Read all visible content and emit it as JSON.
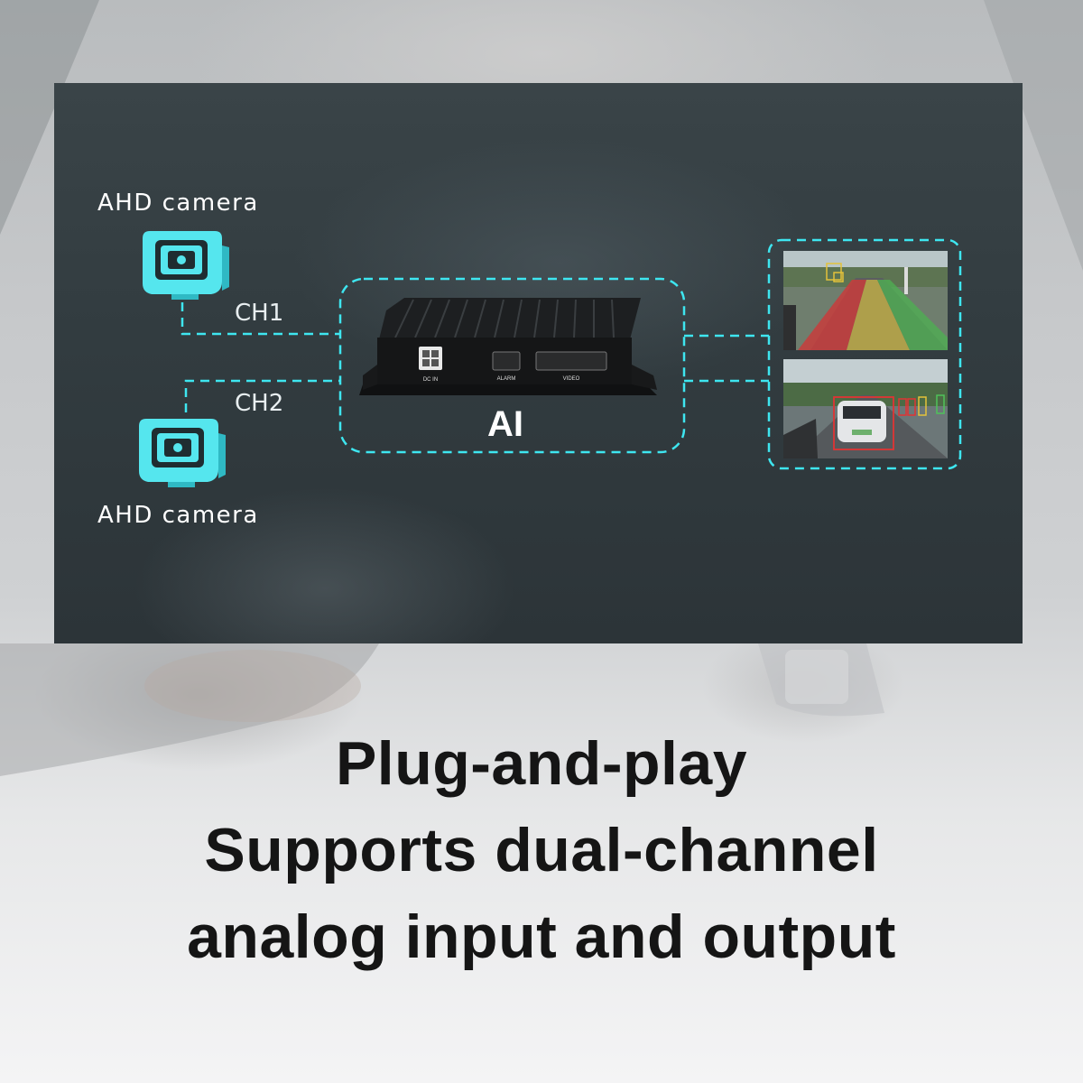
{
  "diagram": {
    "camera_top_label": "AHD camera",
    "camera_bottom_label": "AHD camera",
    "channel_1": "CH1",
    "channel_2": "CH2",
    "device_label": "AI",
    "device_ports": {
      "dc_in": "DC IN",
      "alarm": "ALARM",
      "video": "VIDEO"
    },
    "accent_color": "#3ee6f0",
    "icon_names": [
      "camera-icon",
      "camera-icon",
      "ai-box-device",
      "adas-road-view",
      "forward-collision-view"
    ]
  },
  "tagline": {
    "line1": "Plug-and-play",
    "line2": "Supports dual-channel",
    "line3": "analog input and output"
  }
}
